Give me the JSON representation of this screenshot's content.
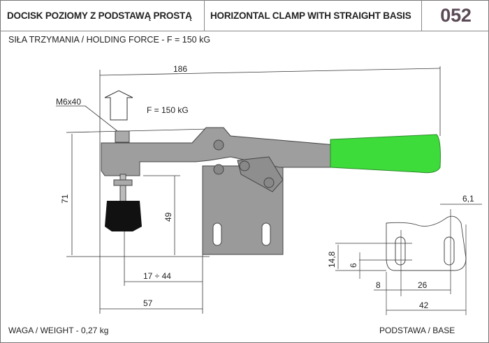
{
  "header": {
    "title_pl": "DOCISK POZIOMY Z PODSTAWĄ PROSTĄ",
    "title_en": "HORIZONTAL CLAMP WITH STRAIGHT BASIS",
    "number": "052"
  },
  "subtitle": "SIŁA TRZYMANIA / HOLDING FORCE - F = 150 kG",
  "drawing": {
    "dim_length": "186",
    "bolt": "M6x40",
    "force": "F = 150 kG",
    "dim_height": "71",
    "dim_49": "49",
    "dim_range": "17 ÷ 44",
    "dim_57": "57"
  },
  "base": {
    "dim_6_1": "6,1",
    "dim_14_8": "14,8",
    "dim_6": "6",
    "dim_8": "8",
    "dim_26": "26",
    "dim_42": "42",
    "label": "PODSTAWA / BASE"
  },
  "footer": {
    "weight": "WAGA / WEIGHT - 0,27 kg"
  },
  "colors": {
    "handle": "#3ddc3a",
    "body": "#9a9a9a",
    "number": "#5a4a55"
  }
}
